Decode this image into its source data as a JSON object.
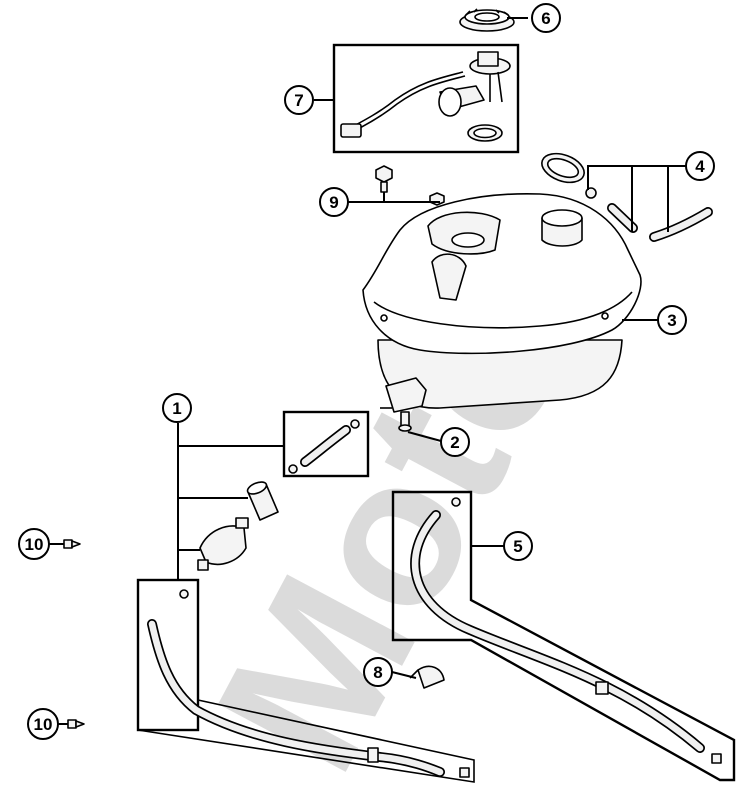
{
  "watermark": {
    "text": "Moto"
  },
  "callouts": [
    {
      "label": "1"
    },
    {
      "label": "2"
    },
    {
      "label": "3"
    },
    {
      "label": "4"
    },
    {
      "label": "5"
    },
    {
      "label": "6"
    },
    {
      "label": "7"
    },
    {
      "label": "8"
    },
    {
      "label": "9"
    },
    {
      "label": "10"
    },
    {
      "label": "10"
    }
  ]
}
